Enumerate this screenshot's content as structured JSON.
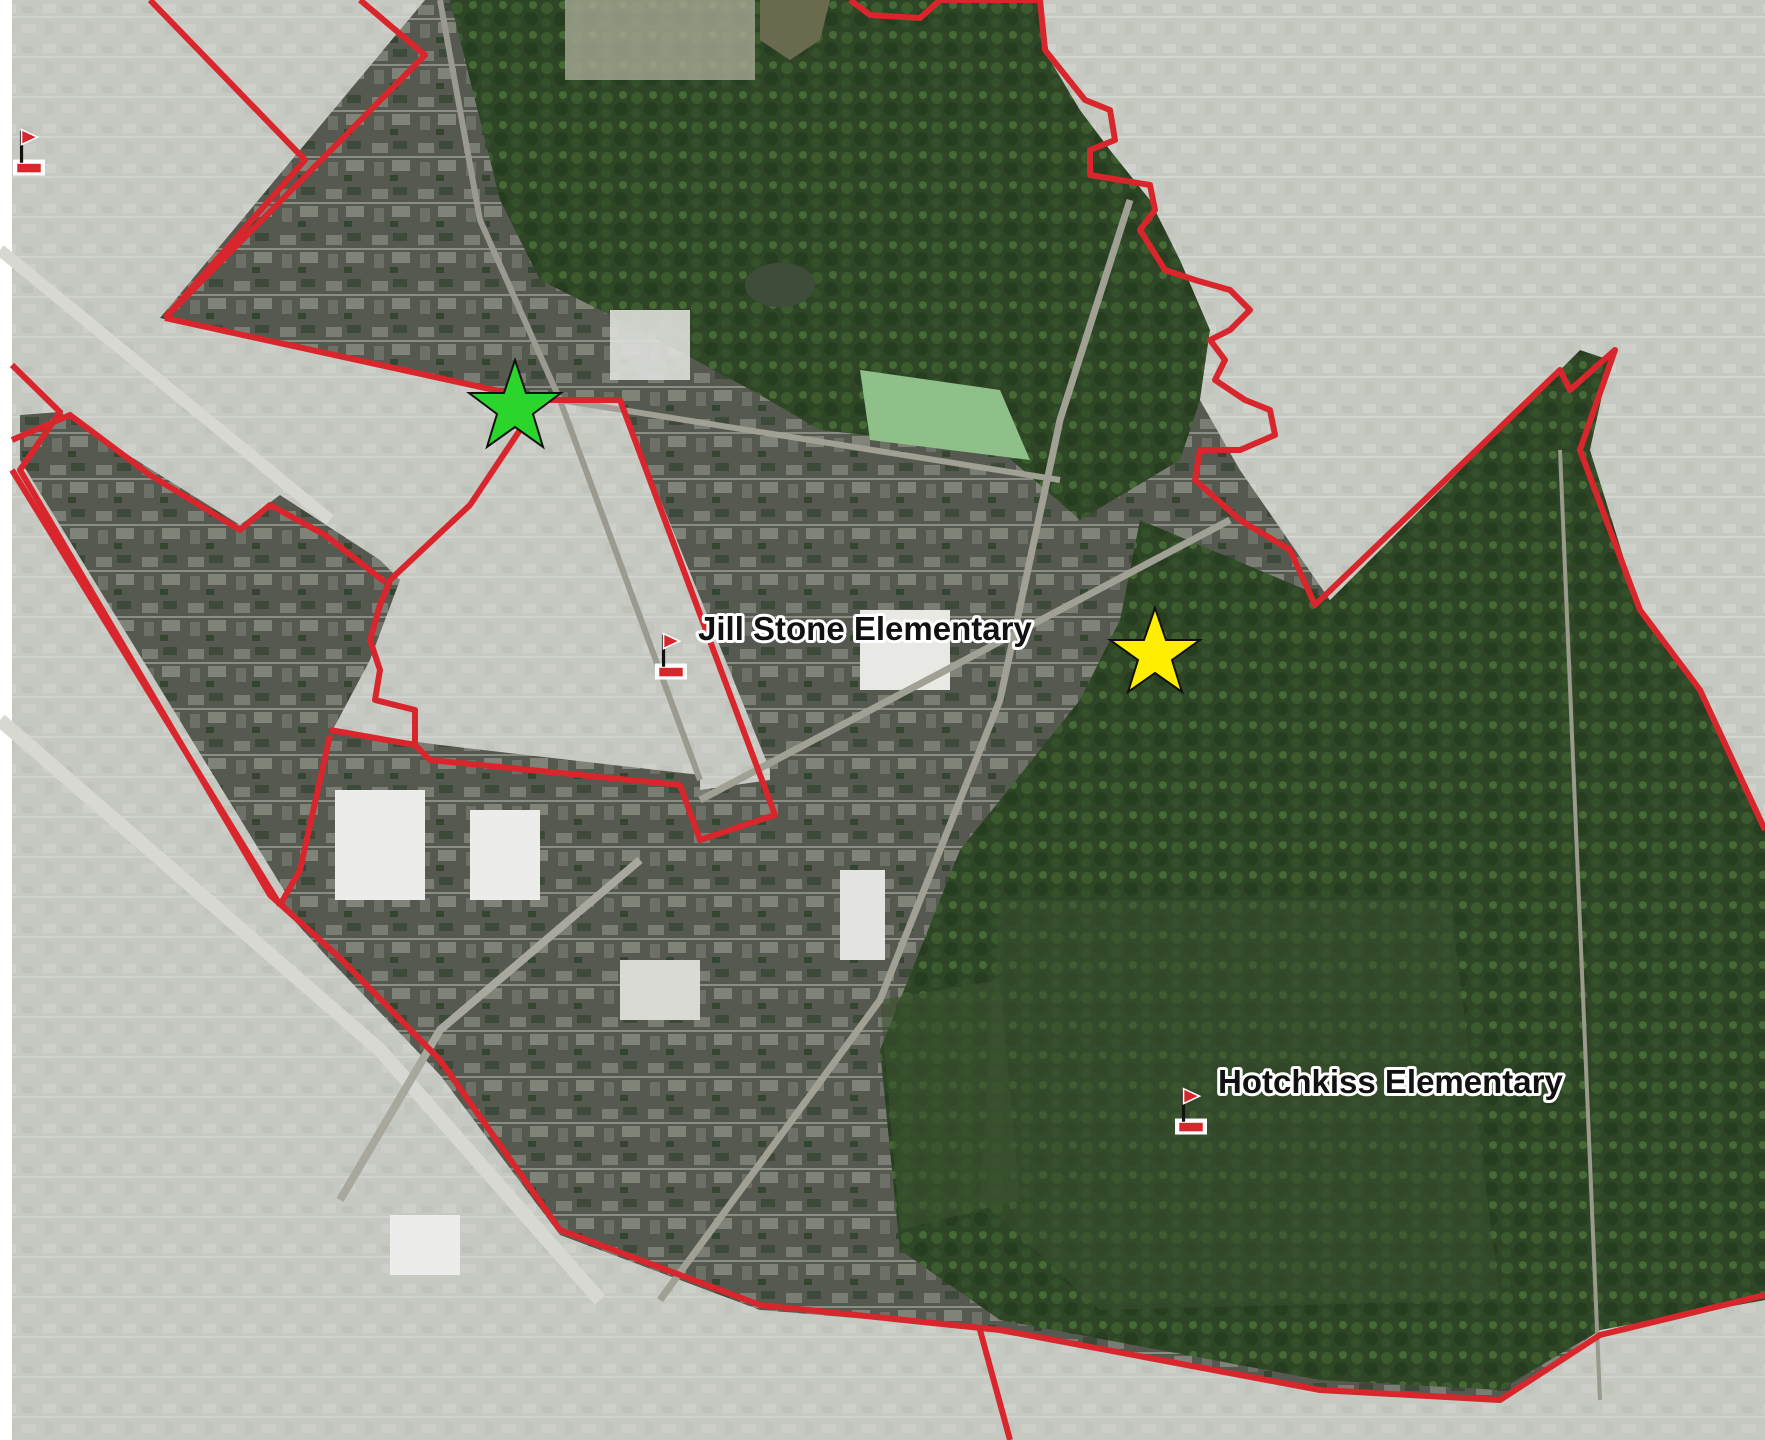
{
  "map": {
    "basemap": "aerial imagery",
    "colors": {
      "boundary": "#d8262c",
      "zone_vegetation": "#2f4a26",
      "zone_urban": "#5b5f54",
      "outside_tint": "#c9cbc5",
      "marker_green": "#2bd52b",
      "marker_yellow": "#ffee00",
      "school_flag": "#d8262c"
    },
    "markers": [
      {
        "name": "green-star-marker",
        "icon": "star",
        "color": "#2bd52b"
      },
      {
        "name": "yellow-star-marker",
        "icon": "star",
        "color": "#ffee00"
      }
    ],
    "schools": [
      {
        "label": "Jill Stone Elementary",
        "icon": "school-flag"
      },
      {
        "label": "Hotchkiss Elementary",
        "icon": "school-flag"
      }
    ],
    "unlabeled_school_icons": 1
  }
}
